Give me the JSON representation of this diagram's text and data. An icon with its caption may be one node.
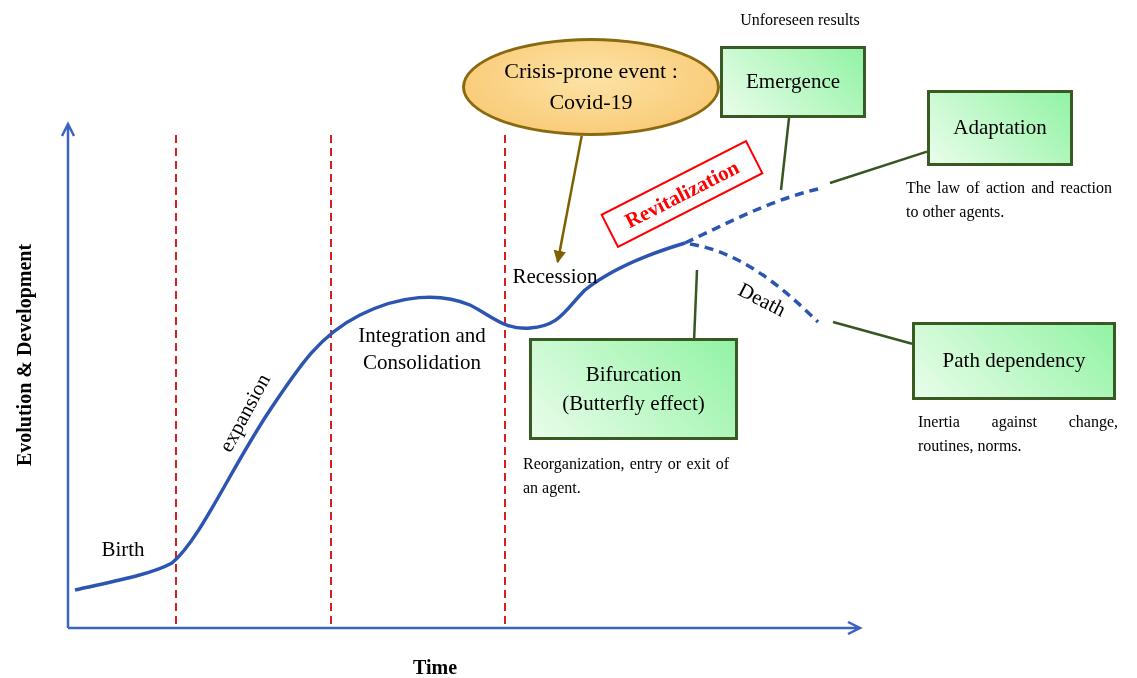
{
  "diagram": {
    "nodes": [
      {
        "text": [
          "Crisis-prone event : Covid-19"
        ]
      },
      {
        "text": [
          "Emergence"
        ],
        "beside": [
          "Unforeseen results"
        ]
      },
      {
        "text": [
          "Adaptation"
        ],
        "beside": [
          "The law of action and reaction to other agents."
        ]
      },
      {
        "text": [
          "Revitalization"
        ]
      },
      {
        "text": [
          "Recession"
        ]
      },
      {
        "text": [
          "Bifurcation (Butterfly effect)"
        ],
        "beside": [
          "Reorganization, entry or exit of an agent."
        ]
      },
      {
        "text": [
          "Path dependency"
        ],
        "beside": [
          "Inertia against change, routines, norms."
        ]
      }
    ],
    "edges": [
      {
        "from": 0,
        "to": 4,
        "arrow": "to",
        "color": "#7f6000"
      },
      {
        "from": 1,
        "to": null,
        "arrow": "none"
      },
      {
        "from": 2,
        "to": null,
        "arrow": "none"
      },
      {
        "from": 5,
        "to": null,
        "arrow": "none"
      },
      {
        "from": 6,
        "to": null,
        "arrow": "none"
      }
    ],
    "labels": [
      "Evolution & Development",
      "Birth",
      "expansion",
      "Integration and Consolidation",
      "Death",
      "Time"
    ]
  }
}
